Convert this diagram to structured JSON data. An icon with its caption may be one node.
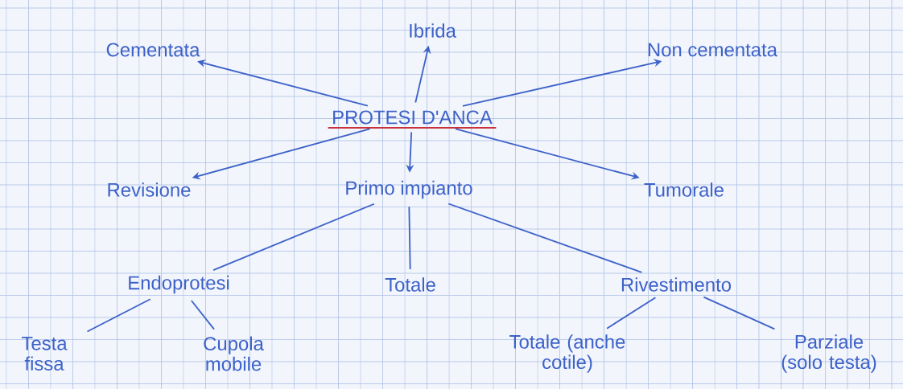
{
  "diagram": {
    "nodes": [
      {
        "text": [
          "PROTESI D'ANCA"
        ]
      },
      {
        "text": [
          "Ibrida"
        ]
      },
      {
        "text": [
          "Cementata"
        ]
      },
      {
        "text": [
          "Non cementata"
        ]
      },
      {
        "text": [
          "Revisione"
        ]
      },
      {
        "text": [
          "Primo impianto"
        ]
      },
      {
        "text": [
          "Tumorale"
        ]
      },
      {
        "text": [
          "Endoprotesi"
        ]
      },
      {
        "text": [
          "Totale"
        ]
      },
      {
        "text": [
          "Rivestimento"
        ]
      },
      {
        "text": [
          "Testa fissa"
        ]
      },
      {
        "text": [
          "Cupola mobile"
        ]
      },
      {
        "text": [
          "Totale (anche cotile)"
        ]
      },
      {
        "text": [
          "Parziale (solo testa)"
        ]
      }
    ],
    "edges": [
      {
        "from": 0,
        "to": 1,
        "arrow": "to"
      },
      {
        "from": 0,
        "to": 2,
        "arrow": "to"
      },
      {
        "from": 0,
        "to": 3,
        "arrow": "to"
      },
      {
        "from": 0,
        "to": 4,
        "arrow": "to"
      },
      {
        "from": 0,
        "to": 5,
        "arrow": "to"
      },
      {
        "from": 0,
        "to": 6,
        "arrow": "to"
      },
      {
        "from": 5,
        "to": 7,
        "arrow": "none"
      },
      {
        "from": 5,
        "to": 8,
        "arrow": "none"
      },
      {
        "from": 5,
        "to": 9,
        "arrow": "none"
      },
      {
        "from": 7,
        "to": 10,
        "arrow": "none"
      },
      {
        "from": 7,
        "to": 11,
        "arrow": "none"
      },
      {
        "from": 9,
        "to": 12,
        "arrow": "none"
      },
      {
        "from": 9,
        "to": 13,
        "arrow": "none"
      }
    ]
  }
}
